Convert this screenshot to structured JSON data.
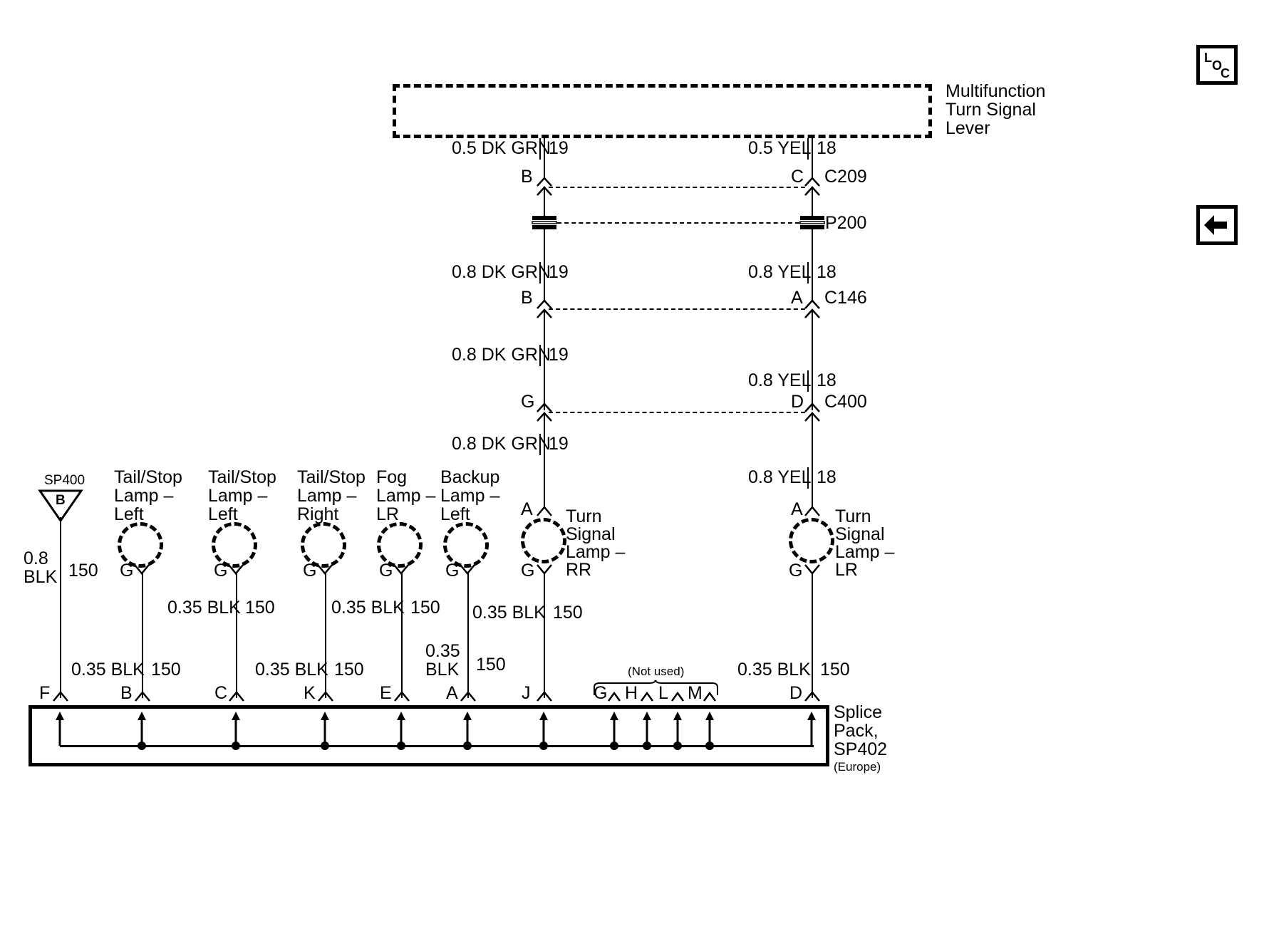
{
  "diagram": {
    "title": "Turn Signal / Rear Lamp Ground Distribution Wiring Diagram",
    "top_component": {
      "name": "multifunction-turn-signal-lever",
      "label_line1": "Multifunction",
      "label_line2": "Turn Signal",
      "label_line3": "Lever"
    },
    "icons": {
      "loc": {
        "l": "L",
        "o": "O",
        "c": "C"
      },
      "back_arrow": "←"
    },
    "left_branch": {
      "color_wire_1": "0.5 DK GRN",
      "circuit_1": "19",
      "terminal_c209": "B",
      "color_wire_2": "0.8 DK GRN",
      "circuit_2": "19",
      "terminal_c146": "B",
      "color_wire_3": "0.8 DK GRN",
      "circuit_3": "19",
      "terminal_c400": "G",
      "color_wire_4": "0.8 DK GRN",
      "circuit_4": "19",
      "lamp_terminal_top": "A",
      "lamp_terminal_bottom": "G"
    },
    "right_branch": {
      "color_wire_1": "0.5 YEL",
      "circuit_1": "18",
      "terminal_c209": "C",
      "color_wire_2": "0.8 YEL",
      "circuit_2": "18",
      "terminal_c146": "A",
      "color_wire_3": "0.8 YEL",
      "circuit_3": "18",
      "terminal_c400": "D",
      "color_wire_4": "0.8 YEL",
      "circuit_4": "18",
      "lamp_terminal_top": "A",
      "lamp_terminal_bottom": "G"
    },
    "connectors": {
      "c209": "C209",
      "p200": "P200",
      "c146": "C146",
      "c400": "C400"
    },
    "splice_sp400": {
      "name": "SP400",
      "terminal": "B",
      "wire_color": "0.8\nBLK",
      "wire_color_line1": "0.8",
      "wire_color_line2": "BLK",
      "circuit": "150",
      "pin": "F"
    },
    "lamps": [
      {
        "name": "tail-stop-lamp-left-1",
        "label_line1": "Tail/Stop",
        "label_line2": "Lamp –",
        "label_line3": "Left",
        "terminal": "G",
        "wire_color": "0.35 BLK",
        "circuit": "150",
        "pin": "B"
      },
      {
        "name": "tail-stop-lamp-left-2",
        "label_line1": "Tail/Stop",
        "label_line2": "Lamp –",
        "label_line3": "Left",
        "terminal": "G",
        "wire_color": "0.35 BLK",
        "circuit": "150",
        "pin": "C"
      },
      {
        "name": "tail-stop-lamp-right",
        "label_line1": "Tail/Stop",
        "label_line2": "Lamp –",
        "label_line3": "Right",
        "terminal": "G",
        "wire_color": "0.35 BLK",
        "circuit": "150",
        "pin": "K"
      },
      {
        "name": "fog-lamp-lr",
        "label_line1": "Fog",
        "label_line2": "Lamp –",
        "label_line3": "LR",
        "terminal": "G",
        "wire_color": "0.35 BLK",
        "circuit": "150",
        "pin": "E"
      },
      {
        "name": "backup-lamp-left",
        "label_line1": "Backup",
        "label_line2": "Lamp –",
        "label_line3": "Left",
        "terminal": "G",
        "wire_color_line1": "0.35",
        "wire_color_line2": "BLK",
        "wire_color": "0.35 BLK",
        "circuit": "150",
        "pin": "A"
      },
      {
        "name": "turn-signal-lamp-rr",
        "label_line1": "Turn",
        "label_line2": "Signal",
        "label_line3": "Lamp –",
        "label_line4": "RR",
        "terminal": "G",
        "wire_color": "0.35 BLK",
        "circuit": "150",
        "pin": "J"
      },
      {
        "name": "turn-signal-lamp-lr",
        "label_line1": "Turn",
        "label_line2": "Signal",
        "label_line3": "Lamp –",
        "label_line4": "LR",
        "terminal": "G",
        "wire_color": "0.35 BLK",
        "circuit": "150",
        "pin": "D"
      }
    ],
    "not_used": {
      "caption": "(Not used)",
      "pins": [
        "G",
        "H",
        "L",
        "M"
      ]
    },
    "splice_pack": {
      "label_line1": "Splice",
      "label_line2": "Pack,",
      "label_line3": "SP402",
      "label_line4": "(Europe)"
    }
  }
}
